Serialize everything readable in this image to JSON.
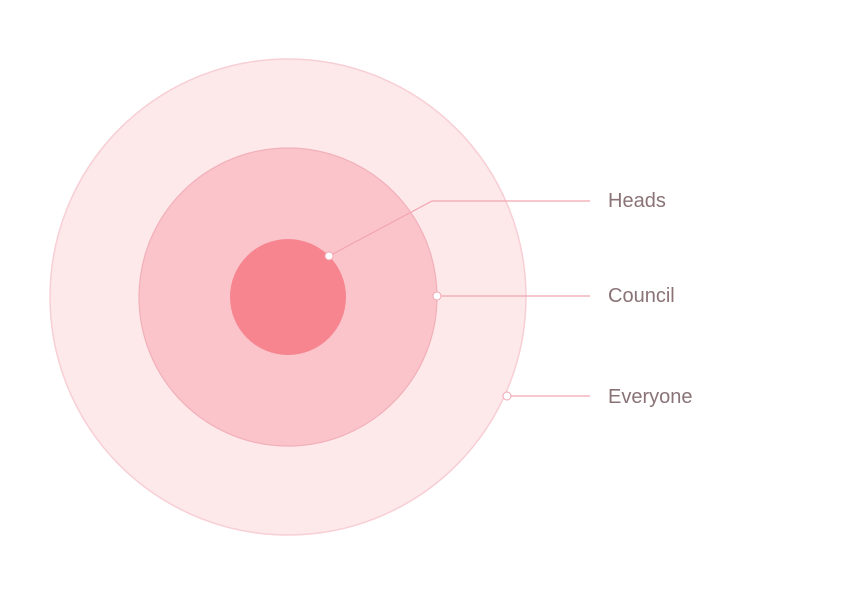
{
  "diagram": {
    "type": "concentric-circles",
    "rings": [
      {
        "name": "Everyone",
        "fill": "#fde8ea",
        "stroke": "#f7cfd5"
      },
      {
        "name": "Council",
        "fill": "#fbc4cb",
        "stroke": "#f2b0b9"
      },
      {
        "name": "Heads",
        "fill": "#f6858f",
        "stroke": "#f6858f"
      }
    ],
    "leader_color": "#f1a6b1",
    "labels": {
      "heads": "Heads",
      "council": "Council",
      "everyone": "Everyone"
    }
  }
}
